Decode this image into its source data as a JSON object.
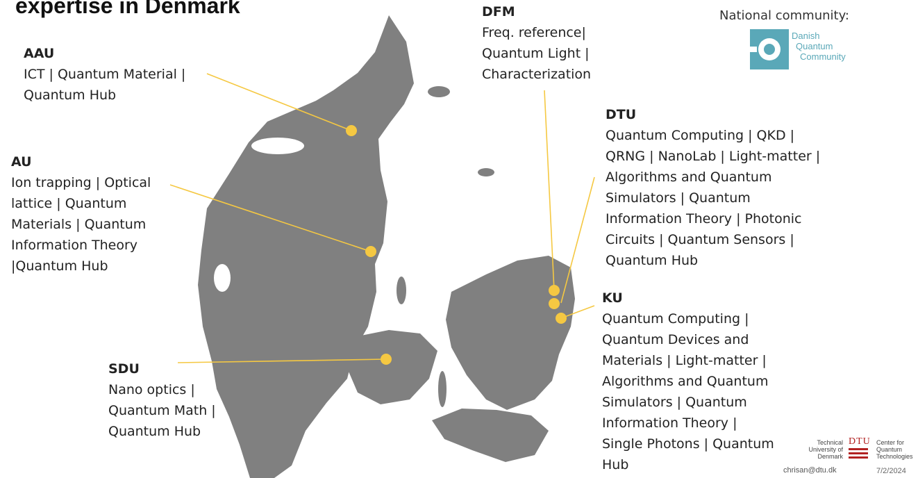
{
  "title": "expertise in Denmark",
  "community": {
    "label": "National community:",
    "logo_lines": [
      "Danish",
      "Quantum",
      "Community"
    ]
  },
  "colors": {
    "map": "#808080",
    "marker": "#f5c842",
    "logo": "#5aa8b8"
  },
  "sites": [
    {
      "name": "AAU",
      "lines": [
        "ICT | Quantum Material |",
        "Quantum Hub"
      ]
    },
    {
      "name": "AU",
      "lines": [
        "Ion trapping | Optical",
        "lattice | Quantum",
        "Materials | Quantum",
        "Information Theory",
        "|Quantum Hub"
      ]
    },
    {
      "name": "SDU",
      "lines": [
        "Nano optics |",
        "Quantum Math |",
        "Quantum Hub"
      ]
    },
    {
      "name": "DFM",
      "lines": [
        "Freq. reference|",
        "Quantum Light |",
        "Characterization"
      ]
    },
    {
      "name": "DTU",
      "lines": [
        "Quantum Computing | QKD |",
        "QRNG | NanoLab | Light-matter |",
        "Algorithms and Quantum",
        "Simulators | Quantum",
        "Information Theory | Photonic",
        "Circuits | Quantum Sensors |",
        "Quantum Hub"
      ]
    },
    {
      "name": "KU",
      "lines": [
        "Quantum Computing |",
        "Quantum Devices and",
        "Materials | Light-matter |",
        "Algorithms and Quantum",
        "Simulators | Quantum",
        "Information Theory |",
        "Single Photons | Quantum",
        "Hub"
      ]
    }
  ],
  "footer": {
    "university_lines": [
      "Technical",
      "University of",
      "Denmark"
    ],
    "dtu_mark": "DTU",
    "center_lines": [
      "Center for",
      "Quantum",
      "Technologies"
    ],
    "email": "chrisan@dtu.dk",
    "date": "7/2/2024"
  }
}
